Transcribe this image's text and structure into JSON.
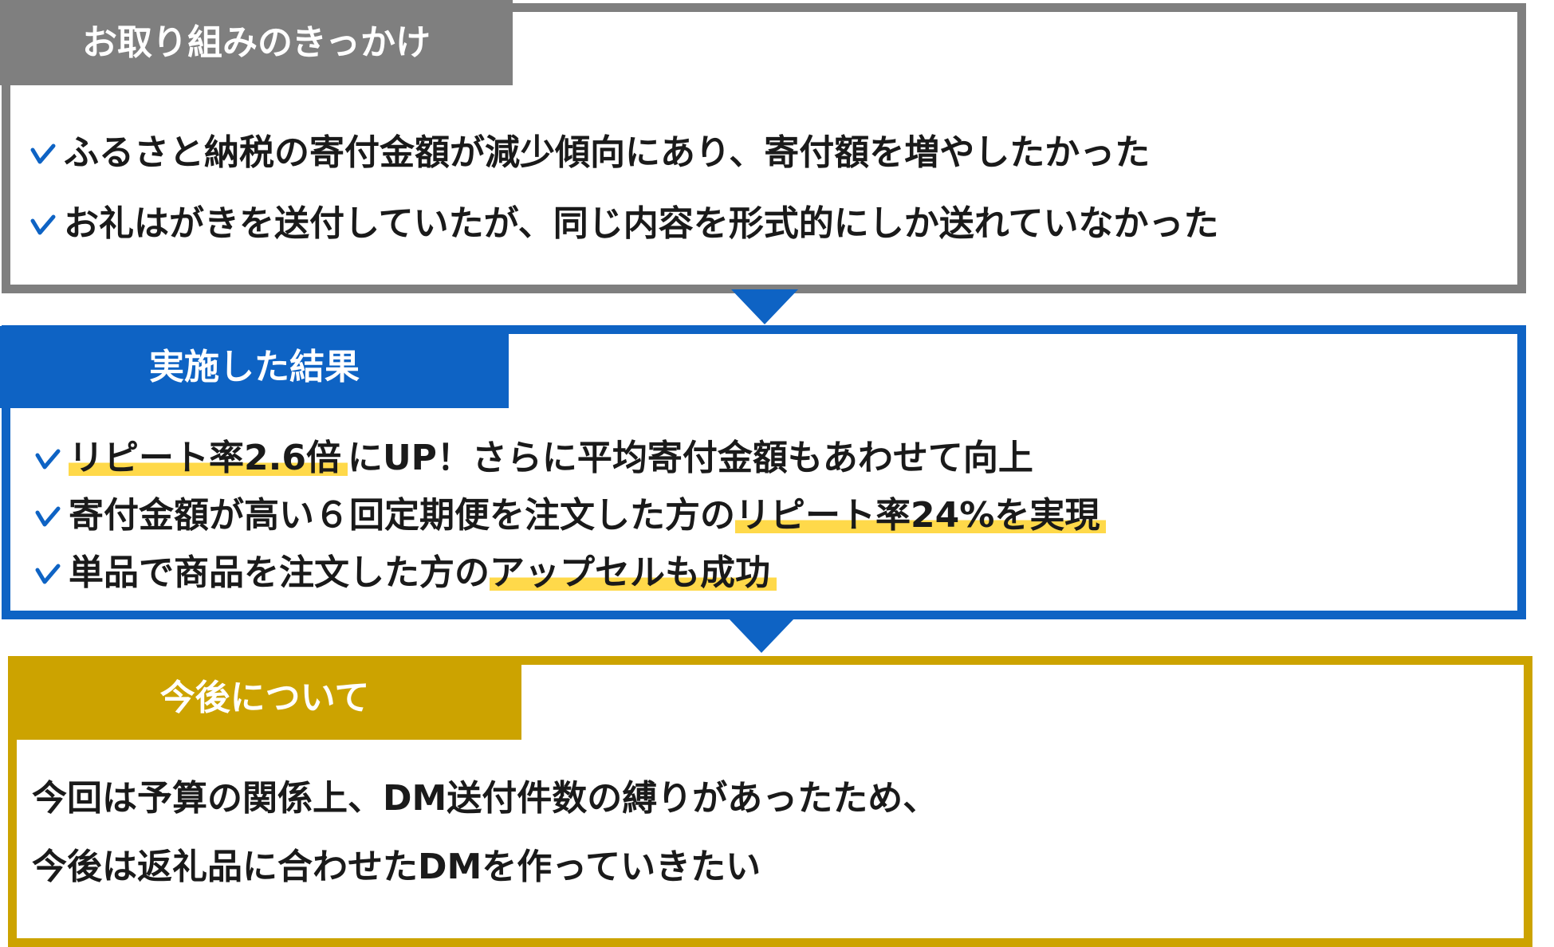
{
  "sections": [
    {
      "title": "お取り組みのきっかけ",
      "items": [
        {
          "text": "ふるさと納税の寄付金額が減少傾向にあり、寄付額を増やしたかった"
        },
        {
          "text": "お礼はがきを送付していたが、同じ内容を形式的にしか送れていなかった"
        }
      ]
    },
    {
      "title": "実施した結果",
      "items": [
        {
          "pre": "",
          "highlight": "リピート率2.6倍",
          "post": "にUP！さらに平均寄付金額もあわせて向上"
        },
        {
          "pre": "寄付金額が高い６回定期便を注文した方の",
          "highlight": "リピート率24%を実現",
          "post": ""
        },
        {
          "pre": "単品で商品を注文した方の",
          "highlight": "アップセルも成功",
          "post": ""
        }
      ]
    },
    {
      "title": "今後について",
      "lines": [
        "今回は予算の関係上、DM送付件数の縛りがあったため、",
        "今後は返礼品に合わせたDMを作っていきたい"
      ]
    }
  ],
  "colors": {
    "gray": "#7f7f7f",
    "blue": "#0e63c4",
    "gold": "#cca300",
    "highlight": "#ffd94a"
  },
  "icons": {
    "bullet": "check-icon",
    "connector": "arrow-down-icon"
  }
}
